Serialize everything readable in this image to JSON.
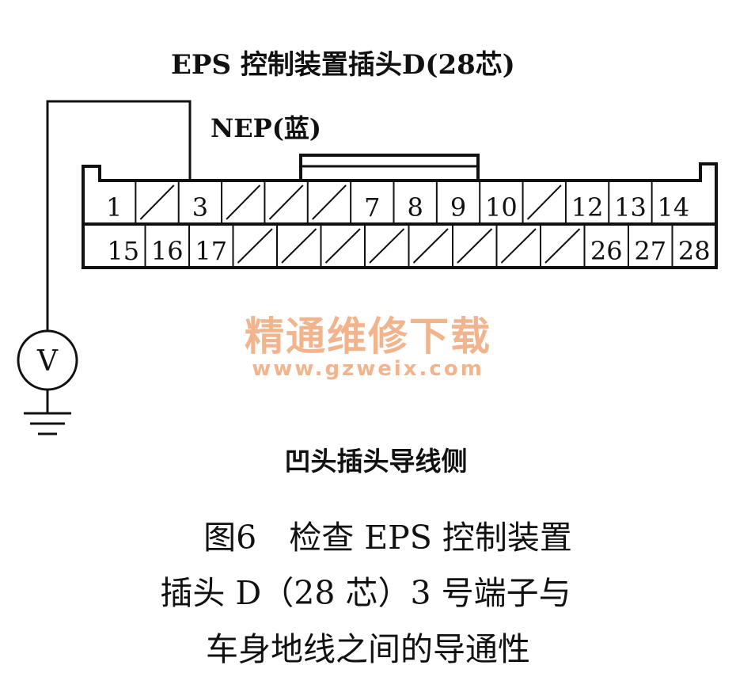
{
  "connector_title": "EPS 控制装置插头D(28芯)",
  "wire_label": "NEP(蓝)",
  "voltmeter_symbol": "V",
  "row1": [
    {
      "label": "1"
    },
    {
      "label": ""
    },
    {
      "label": "3"
    },
    {
      "label": ""
    },
    {
      "label": ""
    },
    {
      "label": ""
    },
    {
      "label": "7"
    },
    {
      "label": "8"
    },
    {
      "label": "9"
    },
    {
      "label": "10"
    },
    {
      "label": ""
    },
    {
      "label": "12"
    },
    {
      "label": "13"
    },
    {
      "label": "14"
    }
  ],
  "row2": [
    {
      "label": "15"
    },
    {
      "label": "16"
    },
    {
      "label": "17"
    },
    {
      "label": ""
    },
    {
      "label": ""
    },
    {
      "label": ""
    },
    {
      "label": ""
    },
    {
      "label": ""
    },
    {
      "label": ""
    },
    {
      "label": ""
    },
    {
      "label": ""
    },
    {
      "label": "26"
    },
    {
      "label": "27"
    },
    {
      "label": "28"
    }
  ],
  "watermark": {
    "title": "精通维修下载",
    "url": "www.gzweix.com"
  },
  "side_label": "凹头插头导线侧",
  "caption": {
    "line1": "图6　检查 EPS 控制装置",
    "line2": "插头 D（28 芯）3 号端子与",
    "line3": "车身地线之间的导通性"
  }
}
